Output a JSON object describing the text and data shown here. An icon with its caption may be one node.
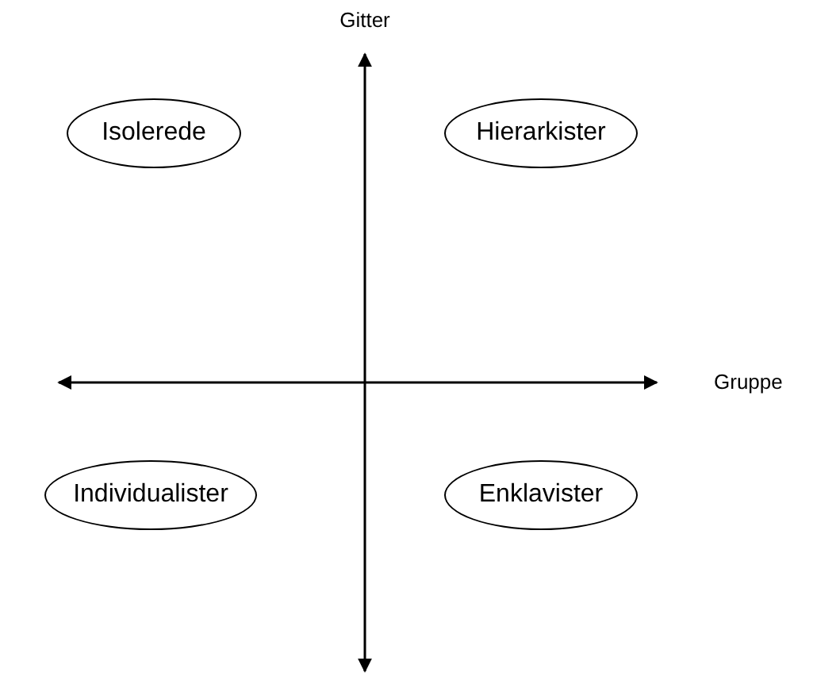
{
  "diagram": {
    "nodes": [
      {
        "text": [
          "Isolerede"
        ]
      },
      {
        "text": [
          "Hierarkister"
        ]
      },
      {
        "text": [
          "Individualister"
        ]
      },
      {
        "text": [
          "Enklavister"
        ]
      }
    ],
    "labels": [
      "Gitter",
      "Gruppe"
    ]
  }
}
